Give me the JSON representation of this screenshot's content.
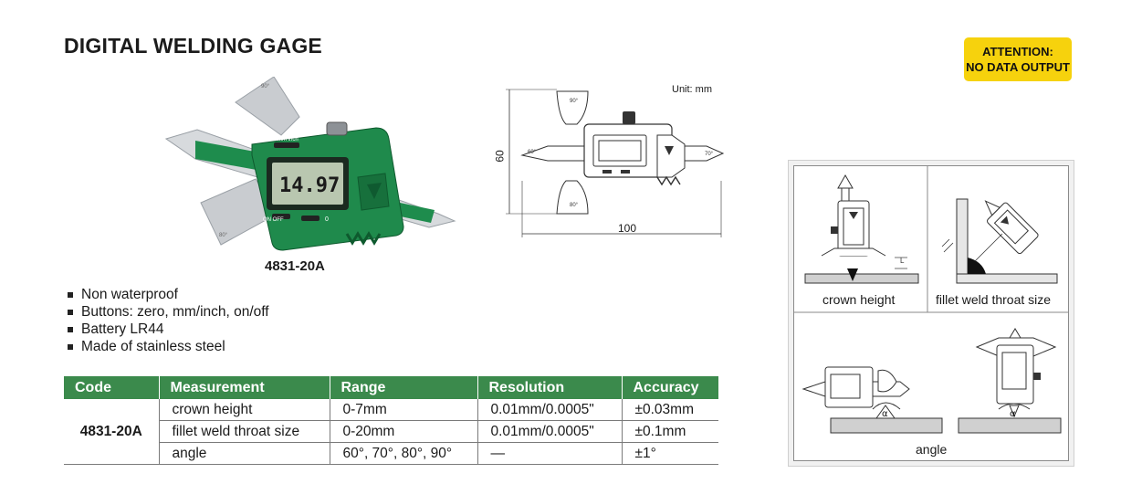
{
  "page": {
    "title": "DIGITAL WELDING GAGE",
    "attention_line1": "ATTENTION:",
    "attention_line2": "NO DATA OUTPUT"
  },
  "product": {
    "model": "4831-20A",
    "display_reading": "14.97",
    "button_mm_inch": "mm inch",
    "button_on_off": "ON  OFF",
    "button_zero": "0",
    "scale_top": "90°",
    "scale_bottom": "80°"
  },
  "drawing": {
    "unit": "Unit: mm",
    "width_dim": "100",
    "height_dim": "60",
    "angle_90": "90°",
    "angle_60": "60°",
    "angle_70": "70°",
    "angle_80": "80°"
  },
  "features": [
    "Non waterproof",
    "Buttons: zero, mm/inch, on/off",
    "Battery LR44",
    "Made of stainless steel"
  ],
  "spec_table": {
    "headers": [
      "Code",
      "Measurement",
      "Range",
      "Resolution",
      "Accuracy"
    ],
    "code": "4831-20A",
    "rows": [
      {
        "measurement": "crown height",
        "range": "0-7mm",
        "resolution": "0.01mm/0.0005\"",
        "accuracy": "±0.03mm"
      },
      {
        "measurement": "fillet weld throat size",
        "range": "0-20mm",
        "resolution": "0.01mm/0.0005\"",
        "accuracy": "±0.1mm"
      },
      {
        "measurement": "angle",
        "range": "60°, 70°, 80°, 90°",
        "resolution": "—",
        "accuracy": "±1°"
      }
    ]
  },
  "usage": {
    "crown_height": "crown height",
    "fillet_weld": "fillet weld throat size",
    "angle": "angle",
    "dim_L": "L",
    "alpha": "α"
  },
  "colors": {
    "header_green": "#3b8a4c",
    "body_green": "#1f8a4c",
    "attention_yellow": "#f6d20d"
  }
}
